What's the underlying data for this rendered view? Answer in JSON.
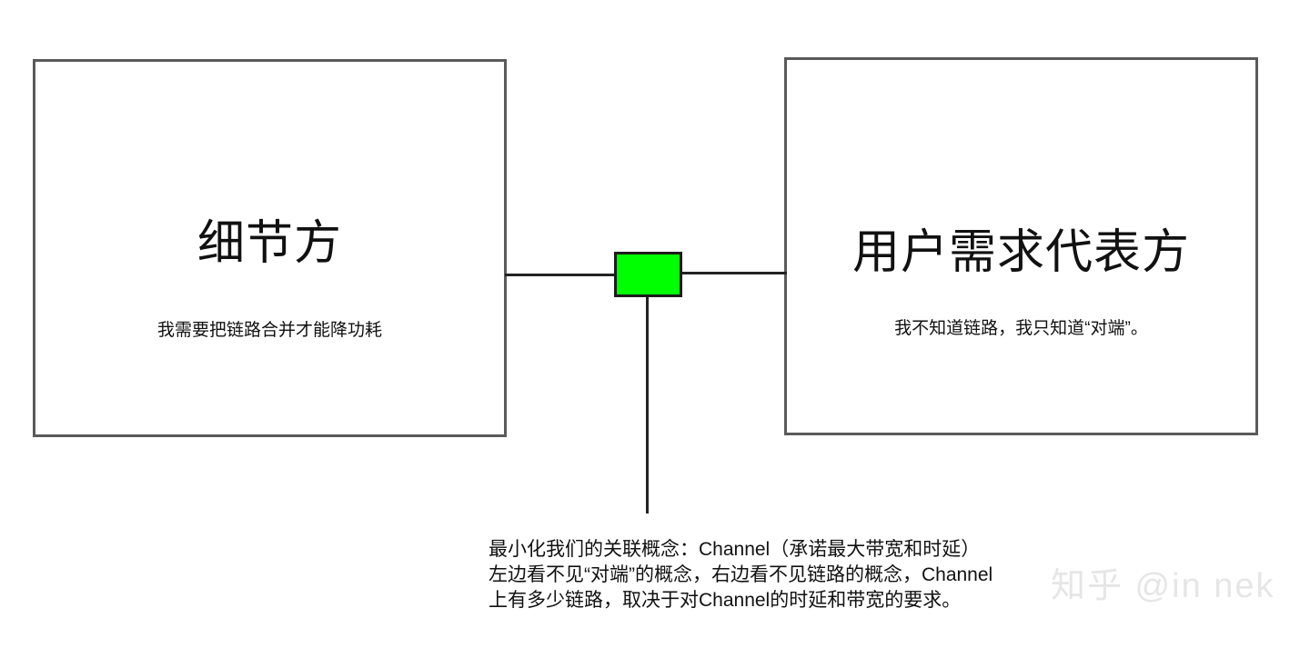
{
  "diagram": {
    "background_color": "#ffffff",
    "boxes": [
      {
        "id": "detail-side",
        "title": "细节方",
        "subtitle": "我需要把链路合并才能降功耗",
        "border_color": "#5a5a5a",
        "fill_color": "#ffffff"
      },
      {
        "id": "user-requirement-side",
        "title": "用户需求代表方",
        "subtitle": "我不知道链路，我只知道“对端”。",
        "border_color": "#5a5a5a",
        "fill_color": "#ffffff"
      }
    ],
    "channel_node": {
      "label": "",
      "fill_color": "#00ff00",
      "border_color": "#1c1c1c"
    },
    "connectors": {
      "line_color": "#222222"
    },
    "caption": {
      "lines": [
        "最小化我们的关联概念：Channel（承诺最大带宽和时延）",
        "左边看不见“对端”的概念，右边看不见链路的概念，Channel",
        "上有多少链路，取决于对Channel的时延和带宽的要求。"
      ]
    },
    "watermark": {
      "text": "知乎 @in nek",
      "color": "#e6e6e6"
    }
  }
}
